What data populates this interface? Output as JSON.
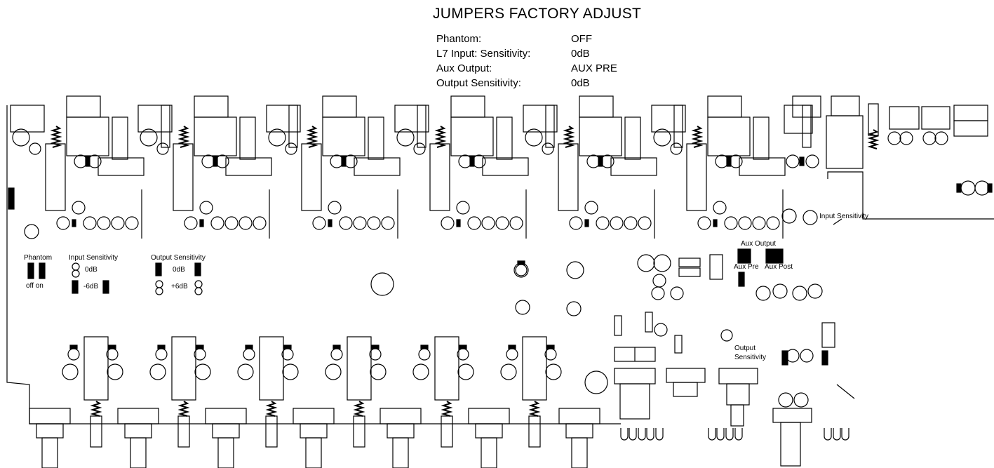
{
  "title": "JUMPERS FACTORY ADJUST",
  "settings": [
    {
      "label": "Phantom:",
      "value": "OFF"
    },
    {
      "label": "L7 Input: Sensitivity:",
      "value": "0dB"
    },
    {
      "label": "Aux Output:",
      "value": "AUX PRE"
    },
    {
      "label": "Output Sensitivity:",
      "value": "0dB"
    }
  ],
  "board_labels": {
    "phantom": "Phantom",
    "off_on": "off on",
    "input_sensitivity": "Input Sensitivity",
    "in_0db": "0dB",
    "in_6db": "-6dB",
    "output_sensitivity": "Output Sensitivity",
    "out_0db": "0dB",
    "out_6db": "+6dB",
    "right_input_sensitivity": "Input Sensitivity",
    "aux_output": "Aux Output",
    "aux_pre": "Aux Pre",
    "aux_post": "Aux Post",
    "right_output_line1": "Output",
    "right_output_line2": "Sensitivity"
  },
  "colors": {
    "line": "#000000",
    "background": "#ffffff"
  }
}
